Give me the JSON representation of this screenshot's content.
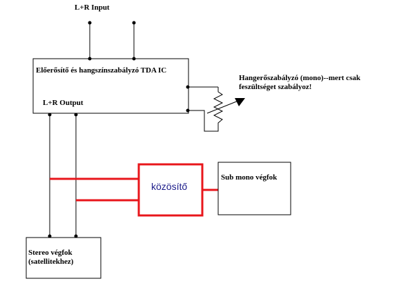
{
  "labels": {
    "input": "L+R Input",
    "ic": "Előerősítő és hangszínszabályzó TDA IC",
    "output": "L+R Output",
    "pot": "Hangerőszabályzó (mono)--mert csak feszültséget szabályoz!",
    "kozosito": "közösítő",
    "sub": "Sub mono végfok",
    "stereo": "Stereo végfok (satellitekhez)"
  },
  "colors": {
    "wire": "#000000",
    "mixer": "#e8161b",
    "mixer_text": "#1c1c8a"
  }
}
